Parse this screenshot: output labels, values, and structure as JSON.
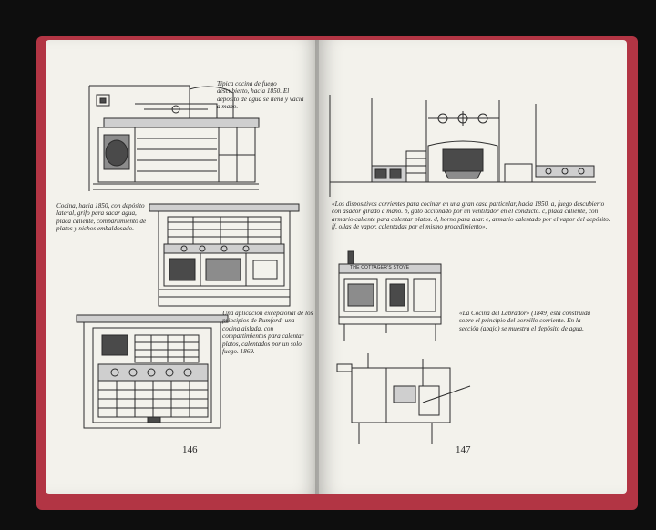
{
  "left_page": {
    "captions": {
      "fig1": "Típica cocina de fuego descubierto, hacia 1850. El depósito de agua se llena y vacía a mano.",
      "fig2": "Cocina, hacia 1850, con depósito lateral, grifo para sacar agua, placa caliente, compartimiento de platos y nichos embaldosado.",
      "fig3": "Una aplicación excepcional de los principios de Rumford: una cocina aislada, con compartimientos para calentar platos, calentados por un solo fuego. 1869."
    },
    "page_number": "146"
  },
  "right_page": {
    "captions": {
      "fig1": "«Los dispositivos corrientes para cocinar en una gran casa particular, hacia 1850. a, fuego descubierto con asador girado a mano. b, gato accionado por un ventilador en el conducto. c, placa caliente, con armario caliente para calentar platos. d, horno para asar. e, armario calentado por el vapor del depósito. ff, ollas de vapor, calentadas por el mismo procedimiento».",
      "stove_sign": "THE COTTAGER'S STOVE",
      "fig2": "«La Cocina del Labrador» (1849) está construida sobre el principio del hornillo corriente. En la sección (abajo) se muestra el depósito de agua.",
      "fig3": ""
    },
    "page_number": "147"
  }
}
